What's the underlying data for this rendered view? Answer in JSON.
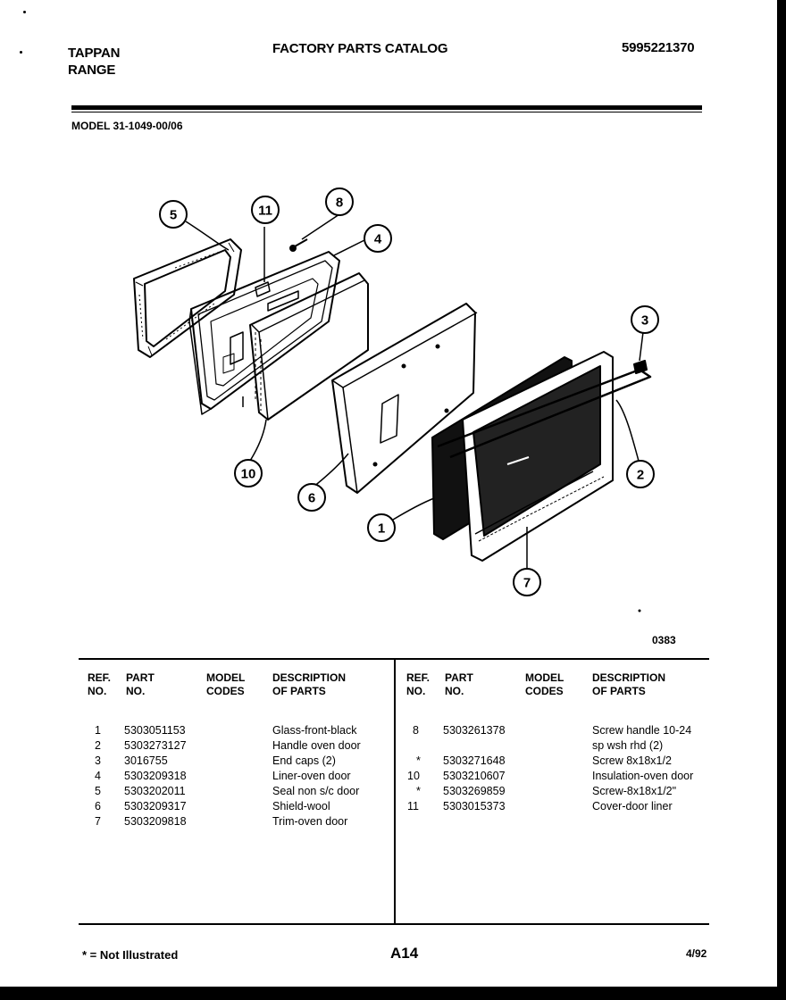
{
  "header": {
    "brand_line1": "TAPPAN",
    "brand_line2": "RANGE",
    "title": "FACTORY PARTS CATALOG",
    "catalog_number": "5995221370"
  },
  "model_line": "MODEL 31-1049-00/06",
  "figure_code": "0383",
  "callouts": [
    "1",
    "2",
    "3",
    "4",
    "5",
    "6",
    "7",
    "8",
    "10",
    "11"
  ],
  "table": {
    "headers": {
      "ref_no": [
        "REF.",
        "NO."
      ],
      "part_no": [
        "PART",
        "NO."
      ],
      "model_codes": [
        "MODEL",
        "CODES"
      ],
      "description": [
        "DESCRIPTION",
        "OF PARTS"
      ]
    },
    "left_rows": [
      {
        "ref": "1",
        "part": "5303051153",
        "codes": "",
        "desc": "Glass-front-black"
      },
      {
        "ref": "2",
        "part": "5303273127",
        "codes": "",
        "desc": "Handle oven door"
      },
      {
        "ref": "3",
        "part": "3016755",
        "codes": "",
        "desc": "End caps (2)"
      },
      {
        "ref": "4",
        "part": "5303209318",
        "codes": "",
        "desc": "Liner-oven door"
      },
      {
        "ref": "5",
        "part": "5303202011",
        "codes": "",
        "desc": "Seal non s/c door"
      },
      {
        "ref": "6",
        "part": "5303209317",
        "codes": "",
        "desc": "Shield-wool"
      },
      {
        "ref": "7",
        "part": "5303209818",
        "codes": "",
        "desc": "Trim-oven door"
      }
    ],
    "right_rows": [
      {
        "ref": "8",
        "part": "5303261378",
        "codes": "",
        "desc": "Screw handle 10-24"
      },
      {
        "ref": "",
        "part": "",
        "codes": "",
        "desc": "sp wsh rhd (2)"
      },
      {
        "ref": "*",
        "part": "5303271648",
        "codes": "",
        "desc": "Screw 8x18x1/2"
      },
      {
        "ref": "10",
        "part": "5303210607",
        "codes": "",
        "desc": "Insulation-oven door"
      },
      {
        "ref": "*",
        "part": "5303269859",
        "codes": "",
        "desc": "Screw-8x18x1/2\""
      },
      {
        "ref": "11",
        "part": "5303015373",
        "codes": "",
        "desc": "Cover-door liner"
      }
    ]
  },
  "footer": {
    "note": "* = Not Illustrated",
    "page": "A14",
    "date": "4/92"
  }
}
